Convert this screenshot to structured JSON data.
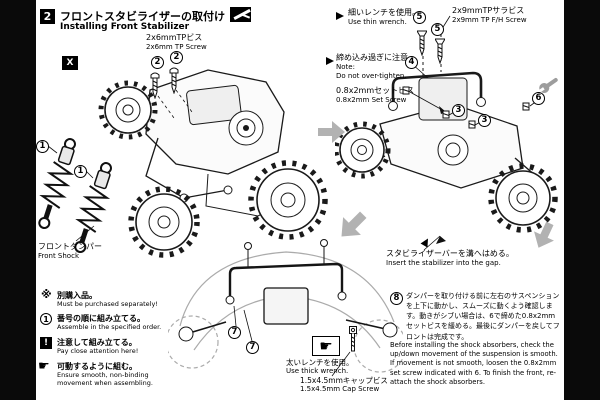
{
  "header": {
    "step_number": "2",
    "title_jp": "フロントスタビライザーの取付け",
    "title_en": "Installing Front Stabilizer"
  },
  "markers": {
    "bag": "X"
  },
  "callout_numbers": {
    "n1": "1",
    "n2": "2",
    "n3": "3",
    "n4": "4",
    "n5": "5",
    "n6": "6",
    "n7": "7",
    "n8": "8"
  },
  "parts": {
    "tp_screw_2x6_jp": "2x6mmTPビス",
    "tp_screw_2x6_en": "2x6mm TP Screw",
    "fh_screw_2x9_jp": "2x9mmTPサラビス",
    "fh_screw_2x9_en": "2x9mm TP F/H Screw",
    "set_screw_jp": "0.8x2mmセットビス",
    "set_screw_en": "0.8x2mm Set Screw",
    "cap_screw_jp": "1.5x4.5mmキャップビス",
    "cap_screw_en": "1.5x4.5mm Cap Screw",
    "front_shock_jp": "フロントダンパー",
    "front_shock_en": "Front Shock"
  },
  "notes": {
    "thin_wrench_jp": "細いレンチを使用。",
    "thin_wrench_en": "Use thin wrench.",
    "thick_wrench_jp": "太いレンチを使用。",
    "thick_wrench_en": "Use thick wrench.",
    "overtighten_jp": "締め込み過ぎに注意。",
    "overtighten_note_label": "Note:",
    "overtighten_en": "Do not over-tighten.",
    "stabilizer_insert_jp": "スタビライザーバーを溝へはめる。",
    "stabilizer_insert_en": "Insert the stabilizer into the gap."
  },
  "legend": {
    "purchase_icon": "※",
    "purchase_jp": "別購入品。",
    "purchase_en": "Must be purchased separately!",
    "order_icon_number": "1",
    "order_jp": "番号の順に組み立てる。",
    "order_en": "Assemble in the specified order.",
    "attention_icon": "!",
    "attention_jp": "注意して組み立てる。",
    "attention_en": "Pay close attention here!",
    "movement_jp": "可動するように組む。",
    "movement_en": "Ensure smooth, non-binding movement when assembling."
  },
  "icons": {
    "hand": "☛"
  },
  "step8": {
    "text_jp": "ダンパーを取り付ける前に左右のサスペンションを上下に動かし、スムーズに動くよう確認します。動きがシブい場合は、6で締めた0.8x2mmセットビスを緩める。最後にダンパーを戻してフロントは完成です。",
    "text_en": "Before installing the shock absorbers, check the up/down movement of the suspension is smooth. If movement is not smooth, loosen the 0.8x2mm set screw indicated with 6. To finish the front, re-attach the shock absorbers."
  }
}
